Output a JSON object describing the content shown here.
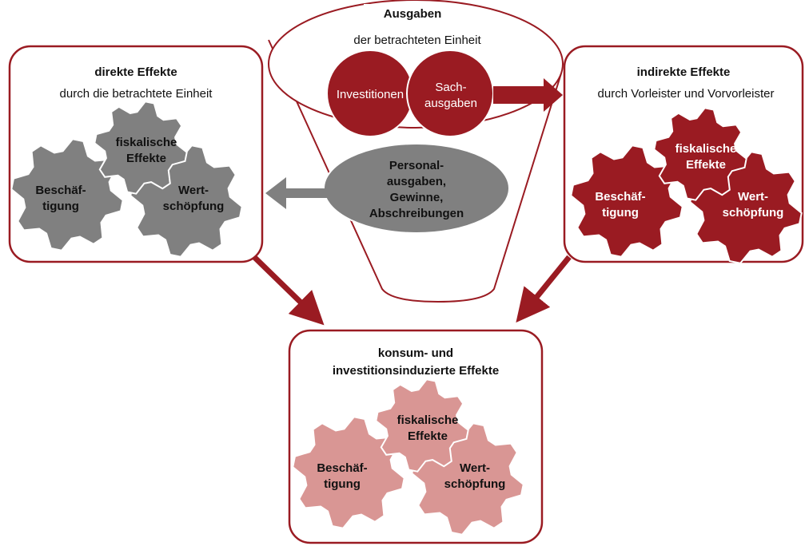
{
  "colors": {
    "dark_red": "#9a1b22",
    "gray": "#808080",
    "pink": "#d99694",
    "white": "#ffffff",
    "text_dark": "#111111"
  },
  "funnel": {
    "title": "Ausgaben",
    "subtitle": "der betrachteten Einheit",
    "investitionen": "Investitionen",
    "sachausgaben_line1": "Sach-",
    "sachausgaben_line2": "ausgaben",
    "personal_line1": "Personal-",
    "personal_line2": "ausgaben,",
    "personal_line3": "Gewinne,",
    "personal_line4": "Abschreibungen"
  },
  "direct": {
    "title": "direkte Effekte",
    "subtitle": "durch die betrachtete Einheit",
    "gear_left_line1": "Beschäf-",
    "gear_left_line2": "tigung",
    "gear_top_line1": "fiskalische",
    "gear_top_line2": "Effekte",
    "gear_right_line1": "Wert-",
    "gear_right_line2": "schöpfung"
  },
  "indirect": {
    "title": "indirekte Effekte",
    "subtitle": "durch Vorleister und Vorvorleister",
    "gear_left_line1": "Beschäf-",
    "gear_left_line2": "tigung",
    "gear_top_line1": "fiskalische",
    "gear_top_line2": "Effekte",
    "gear_right_line1": "Wert-",
    "gear_right_line2": "schöpfung"
  },
  "induced": {
    "title_line1": "konsum- und",
    "title_line2": "investitionsinduzierte Effekte",
    "gear_left_line1": "Beschäf-",
    "gear_left_line2": "tigung",
    "gear_top_line1": "fiskalische",
    "gear_top_line2": "Effekte",
    "gear_right_line1": "Wert-",
    "gear_right_line2": "schöpfung"
  }
}
